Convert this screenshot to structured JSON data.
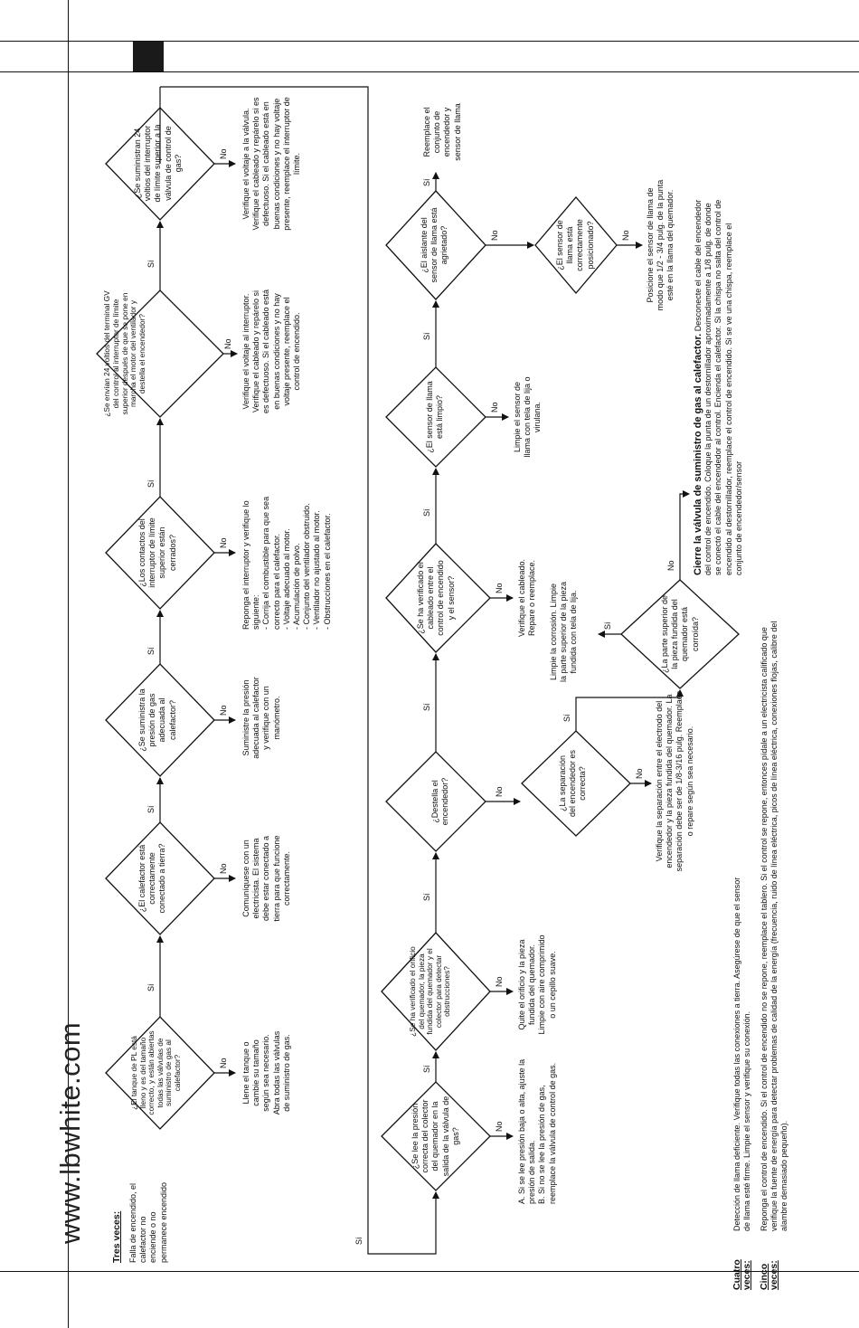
{
  "website": "www.lbwhite.com",
  "three_times": {
    "heading": "Tres veces:",
    "intro": "Falla de encendido, el calefactor no enciende o no permanece encendido"
  },
  "labels": {
    "yes": "Sí",
    "no": "No"
  },
  "row1": {
    "questions": [
      "¿El tanque de PL está lleno y es del tamaño correcto, y están abiertas todas las válvulas de suministro de gas al calefactor?",
      "¿El calefactor está correctamente conectado a tierra?",
      "¿Se suministra la presión de gas adecuada al calefactor?",
      "¿Los contactos del interruptor de límite superior están cerrados?",
      "¿Se envían 24 voltios del terminal GV del control al interruptor de límite superior después de que se pone en marcha el motor del ventilador y destella el encendedor?",
      "¿Se suministran 24 voltios del interruptor de límite superior a la válvula de control de gas?"
    ],
    "actions": [
      "Llene el tanque o cambie su tamaño según sea necesario. Abra todas las válvulas de suministro de gas.",
      "Comuníquese con un electricista. El sistema debe estar conectado a tierra para que funcione correctamente.",
      "Suministre la presión adecuada al calefactor y verifique con un manómetro.",
      "Reponga el interruptor y verifique lo siguiente:\n- Corrija el combustible para que sea correcto para el calefactor.\n- Voltaje adecuado al motor.\n- Acumulación de polvo.\n- Conjunto del ventilador obstruido.\n- Ventilador no ajustado al motor.\n- Obstrucciones en el calefactor.",
      "Verifique el voltaje al interruptor. Verifique el cableado y repárelo si es defectuoso. Si el cableado está en buenas condiciones y no hay voltaje presente, reemplace el control de encendido.",
      "Verifique el voltaje a la válvula. Verifique el cableado y repárelo si es defectuoso. Si el cableado está en buenas condiciones y no hay voltaje presente, reemplace el interruptor de límite."
    ]
  },
  "row2": {
    "questions": [
      "¿Se lee la presión correcta del colector del quemador en la salida de la válvula de gas?",
      "¿Se ha verificado el orificio del quemador, la pieza fundida del quemador y el colector para detectar obstrucciones?",
      "¿Destella el encendedor?",
      "¿Se ha verificado el cableado entre el control de encendido y el sensor?",
      "¿El sensor de llama está limpio?",
      "¿El aislante del sensor de llama está agrietado?"
    ],
    "actions": [
      "A. Si se lee presión baja o alta, ajuste la presión de salida.\nB. Si no se lee la presión de gas, reemplace la válvula de control de gas.",
      "Quite el orificio y la pieza fundida del quemador. Limpie con aire comprimido o un cepillo suave.",
      "",
      "Verifique el cableado. Repare o reemplace.",
      "Limpie el sensor de llama con tela de lija o virulana.",
      "Reemplace el conjunto de encendedor y sensor de llama"
    ]
  },
  "sub": {
    "gap_question": "¿La separación del encendedor es correcta?",
    "gap_action": "Verifique la separación entre el electrodo del encendedor y la pieza fundida del quemador. La separación debe ser de 1/8-3/16 pulg. Reemplace o repare según sea necesario.",
    "corrosion_question": "¿La parte superior de la pieza fundida del quemador está corroída?",
    "corrosion_action": "Limpie la corrosión. Limpie la parte superior de la pieza fundida con tela de lija.",
    "sensor_position_question": "¿El sensor de llama está correctamente posicionado?",
    "sensor_position_action": "Posicione el sensor de llama de modo que 1/2 - 3/4 pulg. de la punta esté en la llama del quemador.",
    "close_bold": "Cierre la válvula de suministro de gas al calefactor.",
    "close_text": "Desconecte el cable del encendedor del control de encendido. Coloque la punta de un destornillador aproximadamente a 1/8 pulg. de donde se conectó el cable del encendedor al control. Encienda el calefactor. Si la chispa no salta del control de encendido al destornillador, reemplace el control de encendido. Si se ve una chispa, reemplace el conjunto de encendedor/sensor"
  },
  "four_times": {
    "heading": "Cuatro veces:",
    "text": "Detección de llama deficiente. Verifique todas las conexiones a tierra. Asegúrese de que el sensor de llama esté firme. Limpie el sensor y verifique su conexión."
  },
  "five_times": {
    "heading": "Cinco veces:",
    "text": "Reponga el control de encendido. Si el control de encendido no se repone, reemplace el tablero. Si el control se repone, entonces pídale a un electricista calificado que verifique la fuente de energía para detectar problemas de calidad de la energía (frecuencia, ruido de línea eléctrica, picos de línea eléctrica, conexiones flojas, calibre del alambre demasiado pequeño)."
  }
}
